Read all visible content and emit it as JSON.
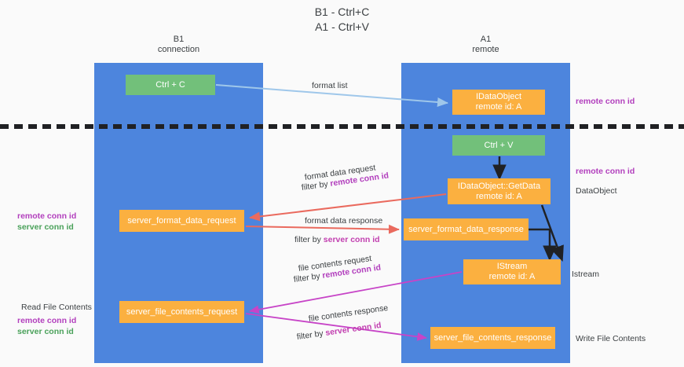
{
  "title": {
    "line1": "B1 - Ctrl+C",
    "line2": "A1 - Ctrl+V"
  },
  "lanes": [
    {
      "id": "b1",
      "name": "B1",
      "role": "connection"
    },
    {
      "id": "a1",
      "name": "A1",
      "role": "remote"
    }
  ],
  "boxes": {
    "ctrl_c": {
      "line1": "Ctrl + C",
      "line2": "",
      "color": "#72c07a"
    },
    "idataobject": {
      "line1": "IDataObject",
      "line2": "remote id: A",
      "color": "#fbb040"
    },
    "ctrl_v": {
      "line1": "Ctrl + V",
      "line2": "",
      "color": "#72c07a"
    },
    "getdata": {
      "line1": "IDataObject::GetData",
      "line2": "remote id: A",
      "color": "#fbb040"
    },
    "sfd_request": {
      "line1": "server_format_data_request",
      "line2": "",
      "color": "#fbb040"
    },
    "sfd_response": {
      "line1": "server_format_data_response",
      "line2": "",
      "color": "#fbb040"
    },
    "istream": {
      "line1": "IStream",
      "line2": "remote id: A",
      "color": "#fbb040"
    },
    "sfc_request": {
      "line1": "server_file_contents_request",
      "line2": "",
      "color": "#fbb040"
    },
    "sfc_response": {
      "line1": "server_file_contents_response",
      "line2": "",
      "color": "#fbb040"
    }
  },
  "edge_labels": {
    "format_list": "format list",
    "format_data_request": "format data request",
    "format_data_request_filter_prefix": "filter by ",
    "format_data_request_filter_key": "remote conn id",
    "format_data_response": "format data response",
    "format_data_response_filter_prefix": "filter by ",
    "format_data_response_filter_key": "server conn id",
    "file_contents_request": "file contents request",
    "file_contents_request_filter_prefix": "filter by ",
    "file_contents_request_filter_key": "remote conn id",
    "file_contents_response": "file contents response",
    "file_contents_response_filter_prefix": "filter by ",
    "file_contents_response_filter_key": "server conn id"
  },
  "annotations": {
    "right_remote_conn_id_top": "remote conn id",
    "right_remote_conn_id_mid": "remote conn id",
    "right_dataobject": "DataObject",
    "right_istream": "Istream",
    "right_write_file_contents": "Write File Contents",
    "left_remote_conn_id_1": "remote conn id",
    "left_server_conn_id_1": "server conn id",
    "left_read_file_contents": "Read File Contents",
    "left_remote_conn_id_2": "remote conn id",
    "left_server_conn_id_2": "server conn id"
  },
  "colors": {
    "lane": "#4d85dd",
    "green_box": "#72c07a",
    "orange_box": "#fbb040",
    "purple_key": "#b23fbd",
    "green_key": "#4aa15a",
    "arrow_blue": "#9fc7ea",
    "arrow_red": "#ea6a5e",
    "arrow_magenta": "#c744c7",
    "arrow_black": "#202124",
    "divider": "#202124",
    "background": "#fafafa"
  }
}
